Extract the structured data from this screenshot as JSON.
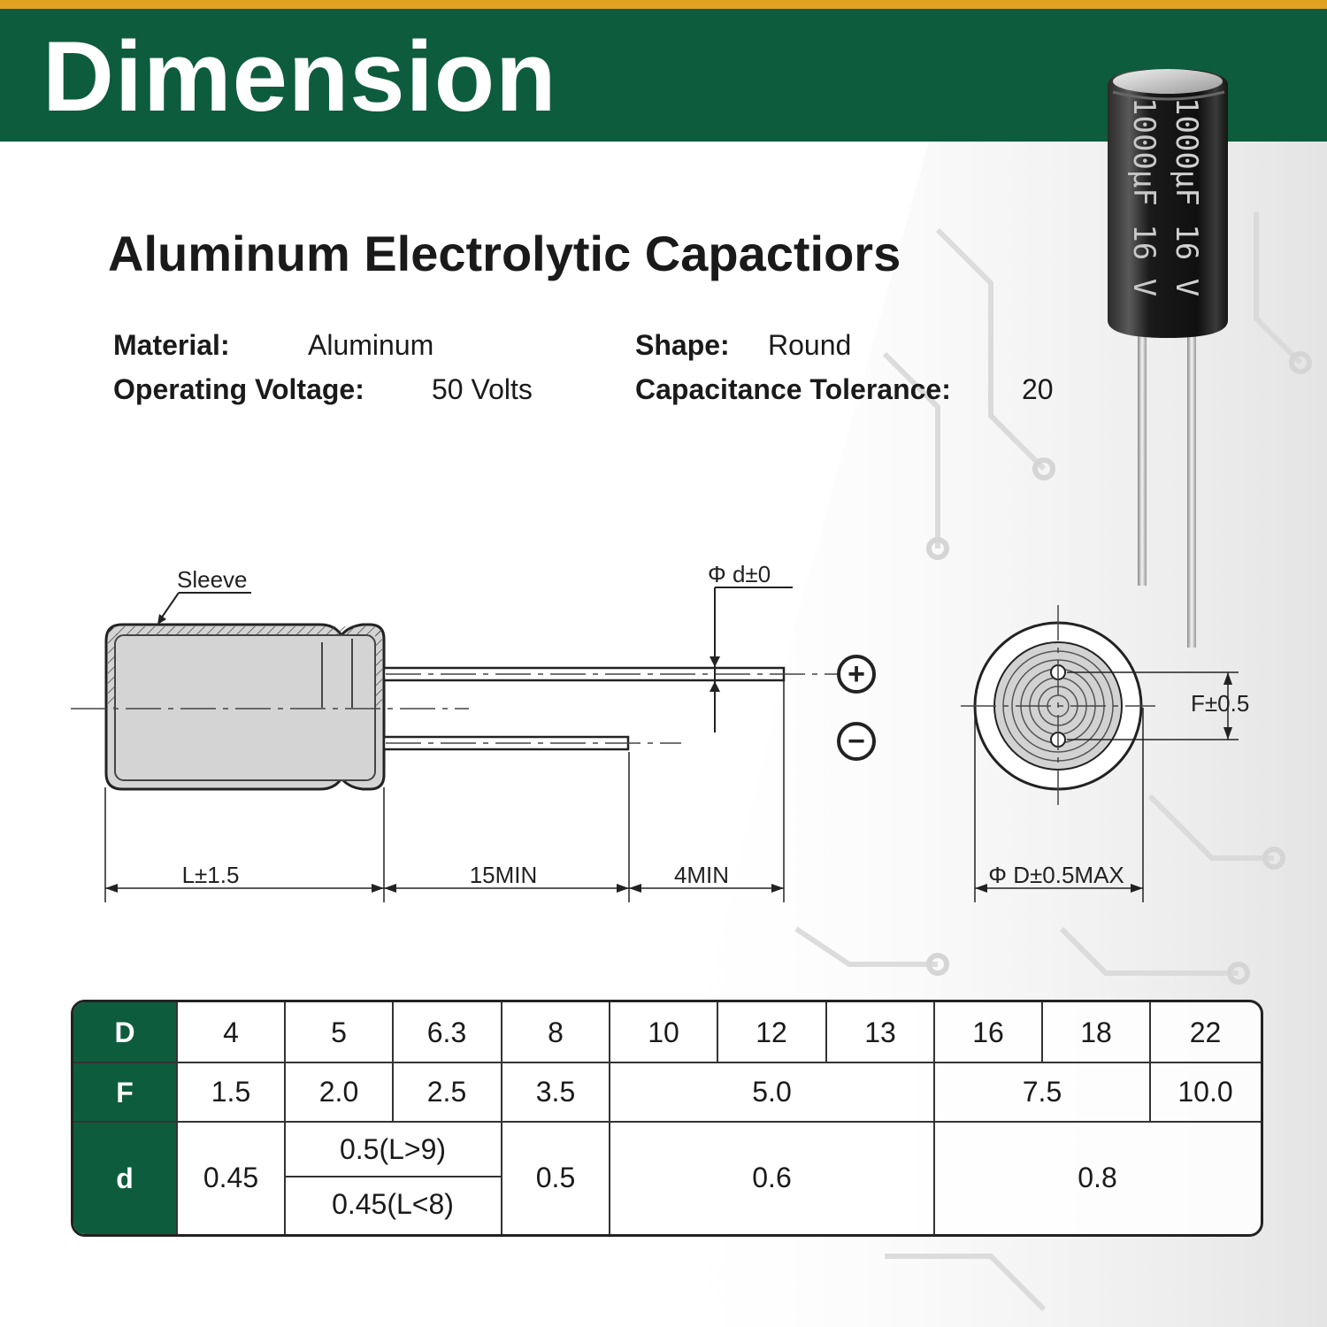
{
  "header": {
    "title": "Dimension"
  },
  "product": {
    "title": "Aluminum Electrolytic Capactiors"
  },
  "specs": {
    "material_label": "Material:",
    "material_value": "Aluminum",
    "shape_label": "Shape:",
    "shape_value": "Round",
    "voltage_label": "Operating Voltage:",
    "voltage_value": "50 Volts",
    "tolerance_label": "Capacitance Tolerance:",
    "tolerance_value": "20"
  },
  "photo": {
    "marking_1": "1000µF 16 V",
    "marking_2": "1000µF 16 V"
  },
  "diagram": {
    "sleeve_label": "Sleeve",
    "lead_diameter_label": "Φ d±0",
    "length_label": "L±1.5",
    "lead_min_label": "15MIN",
    "lead_diff_label": "4MIN",
    "pitch_label": "F±0.5",
    "diameter_label": "Φ D±0.5MAX",
    "plus_symbol": "+",
    "minus_symbol": "−"
  },
  "table": {
    "row_headers": [
      "D",
      "F",
      "d"
    ],
    "D": [
      "4",
      "5",
      "6.3",
      "8",
      "10",
      "12",
      "13",
      "16",
      "18",
      "22"
    ],
    "F": [
      "1.5",
      "2.0",
      "2.5",
      "3.5",
      "5.0",
      "7.5",
      "10.0"
    ],
    "d": [
      "0.45",
      "0.5(L>9)",
      "0.45(L<8)",
      "0.5",
      "0.6",
      "0.8"
    ]
  },
  "colors": {
    "brand_green": "#0d5c3e",
    "accent_orange": "#e0a020"
  }
}
